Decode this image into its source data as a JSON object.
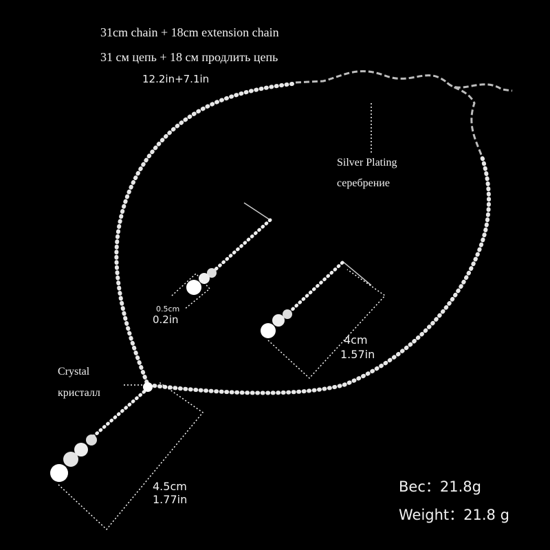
{
  "labels": {
    "length_en": "31cm chain + 18cm extension chain",
    "length_ru": "31 см цепь + 18 см продлить цепь",
    "length_in": "12.2in+7.1in",
    "plating_en": "Silver Plating",
    "plating_ru": "серебрение",
    "stone_cm": "0.5cm",
    "stone_in": "0.2in",
    "earring_cm": "4cm",
    "earring_in": "1.57in",
    "crystal_en": "Crystal",
    "crystal_ru": "кристалл",
    "pendant_cm": "4.5cm",
    "pendant_in": "1.77in",
    "weight_ru": "Вес：21.8g",
    "weight_en": "Weight：21.8 g"
  },
  "colors": {
    "background": "#000000",
    "text": "#f2f2f2",
    "stone": "#ffffff"
  }
}
